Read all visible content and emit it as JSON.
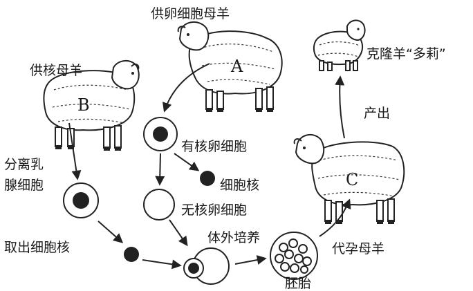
{
  "labels": {
    "egg_donor": "供卵细胞母羊",
    "nucleus_donor": "供核母羊",
    "clone": "克隆羊“多莉”",
    "separate_line1": "分离乳",
    "separate_line2": "腺细胞",
    "take_nucleus": "取出细胞核",
    "nucleated_egg": "有核卵细胞",
    "nucleus": "细胞核",
    "enucleated_egg": "无核卵细胞",
    "in_vitro": "体外培养",
    "embryo": "胚胎",
    "surrogate": "代孕母羊",
    "produce": "产出"
  },
  "sheep": {
    "a": "A",
    "b": "B",
    "c": "C"
  }
}
